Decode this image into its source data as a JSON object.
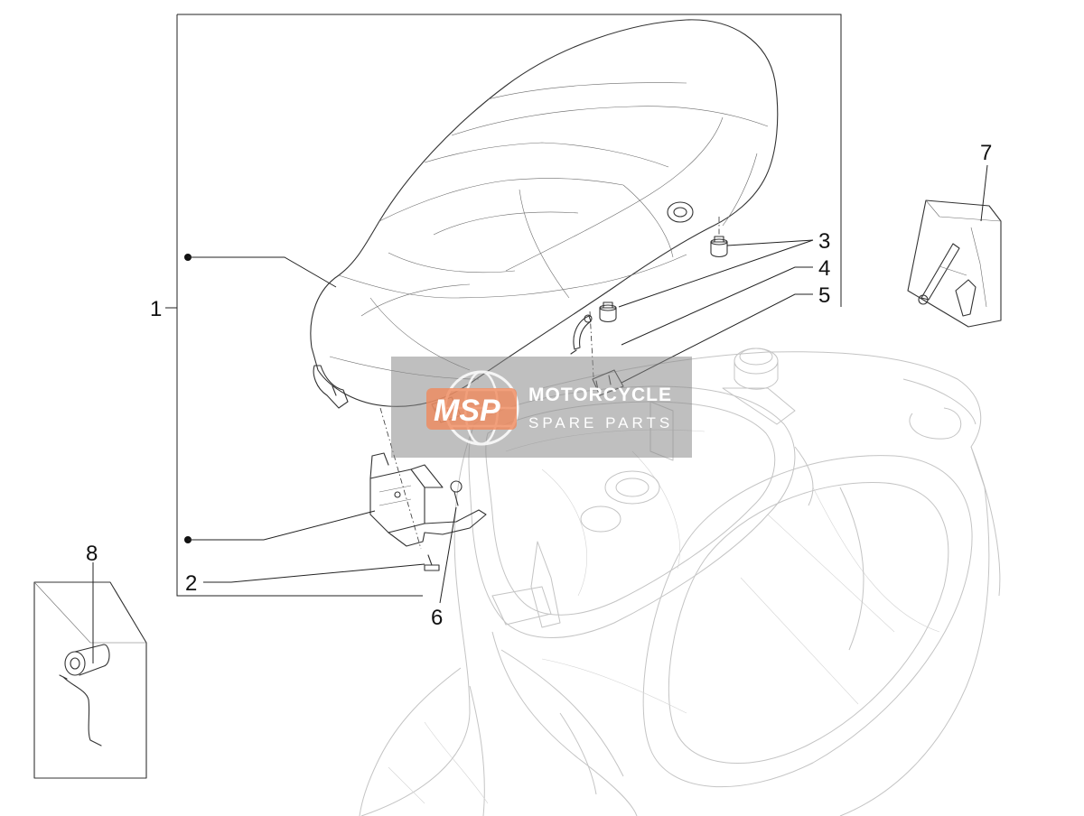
{
  "diagram": {
    "callouts": [
      {
        "id": "1",
        "label": "1"
      },
      {
        "id": "2",
        "label": "2"
      },
      {
        "id": "3",
        "label": "3"
      },
      {
        "id": "4",
        "label": "4"
      },
      {
        "id": "5",
        "label": "5"
      },
      {
        "id": "6",
        "label": "6"
      },
      {
        "id": "7",
        "label": "7"
      },
      {
        "id": "8",
        "label": "8"
      }
    ],
    "watermark": {
      "logo": "MSP",
      "title": "MOTORCYCLE",
      "subtitle": "SPARE PARTS",
      "colors": {
        "background": "#8a8a8a",
        "logo": "#f08a5d"
      }
    }
  }
}
